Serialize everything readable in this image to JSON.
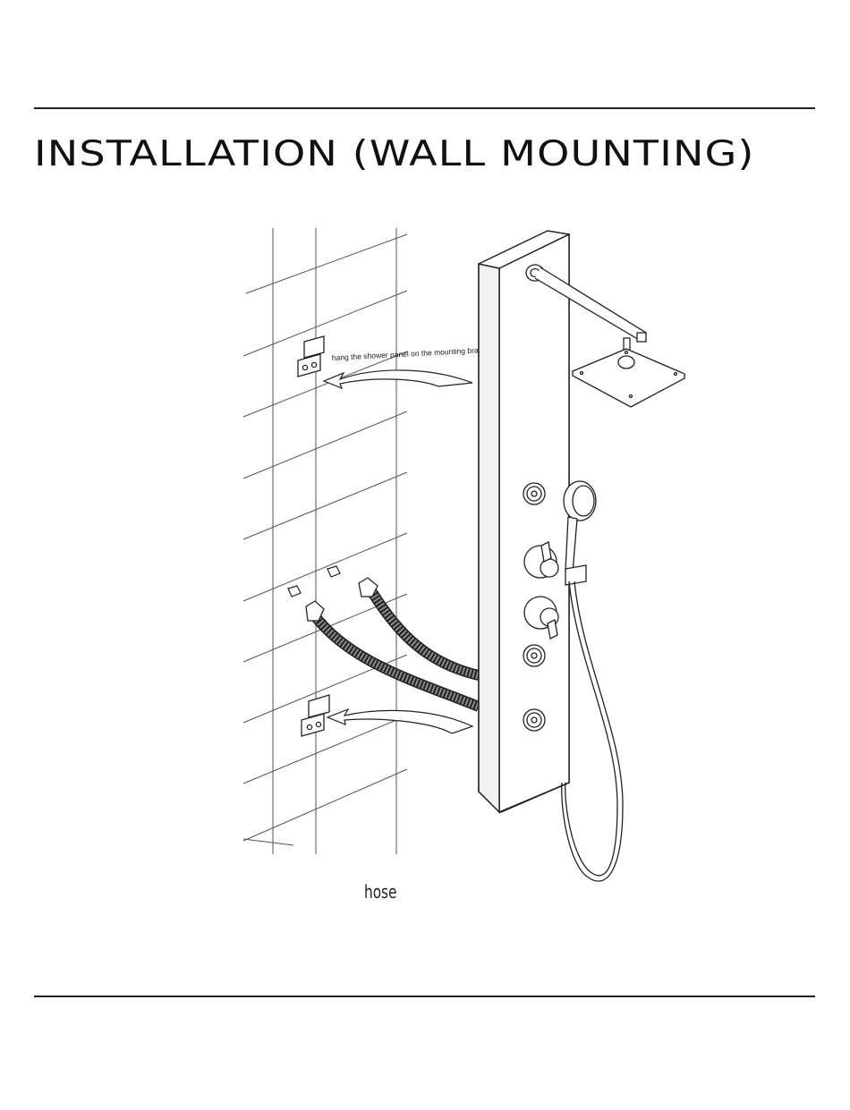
{
  "page": {
    "title": "INSTALLATION (WALL MOUNTING)"
  },
  "diagram": {
    "callouts": {
      "bracket_instruction": "hang the shower panel on the mounting bracket",
      "hose": "hose"
    }
  }
}
